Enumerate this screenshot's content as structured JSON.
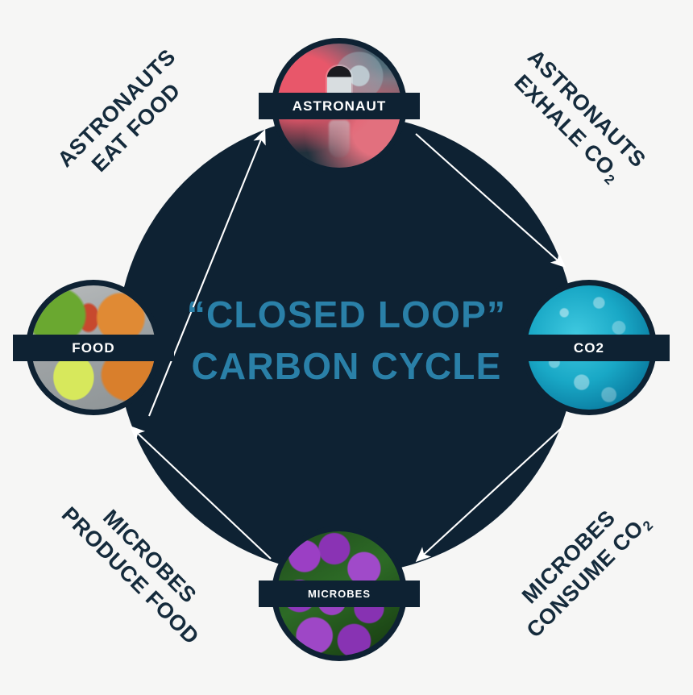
{
  "diagram": {
    "title_line1": "“CLOSED LOOP”",
    "title_line2": "CARBON CYCLE",
    "background_color": "#F6F6F5",
    "ring_color": "#0E2233",
    "title_color": "#2A80A8",
    "label_color": "#152B3C",
    "arrow_color": "#FFFFFF"
  },
  "nodes": [
    {
      "id": "astronaut",
      "label": "ASTRONAUT",
      "image": "astronaut-on-planet-photo",
      "position": "top"
    },
    {
      "id": "co2",
      "label": "CO2",
      "image": "underwater-bubbles-photo",
      "position": "right"
    },
    {
      "id": "microbes",
      "label": "MICROBES",
      "image": "purple-microbes-microscopy-photo",
      "position": "bottom"
    },
    {
      "id": "food",
      "label": "FOOD",
      "image": "salad-and-grilled-chicken-photo",
      "position": "left"
    }
  ],
  "edges": [
    {
      "id": "food-to-astronaut",
      "line1": "ASTRONAUTS",
      "line2": "EAT FOOD",
      "from": "food",
      "to": "astronaut",
      "arrow_direction": "up-right",
      "quadrant": "top-left"
    },
    {
      "id": "astronaut-to-co2",
      "line1": "ASTRONAUTS",
      "line2_prefix": "EXHALE CO",
      "line2_sub": "2",
      "from": "astronaut",
      "to": "co2",
      "arrow_direction": "down-right",
      "quadrant": "top-right"
    },
    {
      "id": "co2-to-microbes",
      "line1": "MICROBES",
      "line2_prefix": "CONSUME CO",
      "line2_sub": "2",
      "from": "co2",
      "to": "microbes",
      "arrow_direction": "down-left",
      "quadrant": "bottom-right"
    },
    {
      "id": "microbes-to-food",
      "line1": "MICROBES",
      "line2": "PRODUCE FOOD",
      "from": "microbes",
      "to": "food",
      "arrow_direction": "up-left",
      "quadrant": "bottom-left"
    }
  ]
}
